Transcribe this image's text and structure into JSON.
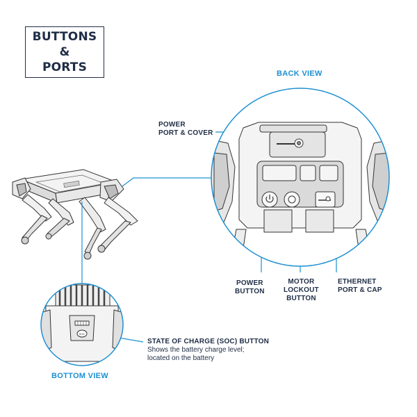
{
  "title": "BUTTONS &\nPORTS",
  "views": {
    "back": "BACK VIEW",
    "bottom": "BOTTOM VIEW"
  },
  "callouts": {
    "power_port": "POWER\nPORT & COVER",
    "power_button": "POWER\nBUTTON",
    "motor_lockout": "MOTOR\nLOCKOUT\nBUTTON",
    "ethernet": "ETHERNET\nPORT & CAP",
    "soc_title": "STATE OF CHARGE (SOC) BUTTON",
    "soc_desc": "Shows the battery charge level;\nlocated on the battery"
  },
  "soc_button_label": "SOC",
  "colors": {
    "accent": "#1d8fd1",
    "navy": "#1f2d45",
    "outline": "#333333"
  }
}
